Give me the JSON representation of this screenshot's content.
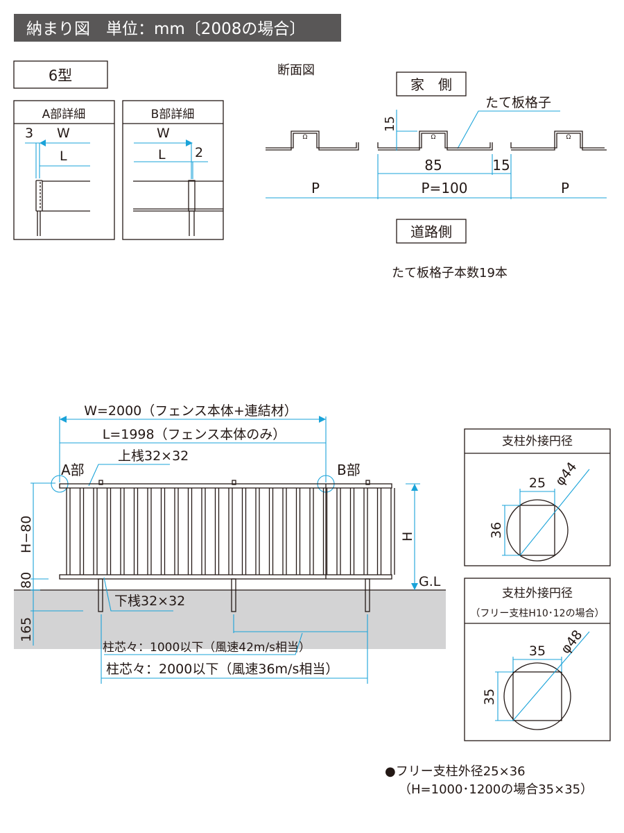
{
  "title": "納まり図　単位：mm〔2008の場合〕",
  "type_label": "6型",
  "detail_a": {
    "title": "A部詳細",
    "dim_3": "3",
    "w": "W",
    "l": "L"
  },
  "detail_b": {
    "title": "B部詳細",
    "w": "W",
    "l": "L",
    "dim_2": "2"
  },
  "section": {
    "title": "断面図",
    "house_side": "家　側",
    "road_side": "道路側",
    "slat_label": "たて板格子",
    "dim_15_v": "15",
    "dim_85": "85",
    "dim_15": "15",
    "p_left": "P",
    "p_center": "P=100",
    "p_right": "P",
    "slat_count": "たて板格子本数19本"
  },
  "elevation": {
    "w_label": "W=2000（フェンス本体+連結材）",
    "l_label": "L=1998（フェンス本体のみ）",
    "top_rail": "上桟32×32",
    "bottom_rail": "下桟32×32",
    "part_a": "A部",
    "part_b": "B部",
    "h_minus_80": "H−80",
    "dim_80": "80",
    "dim_165": "165",
    "h": "H",
    "gl": "G.L",
    "post_pitch_1000": "柱芯々：1000以下（風速42m/s相当）",
    "post_pitch_2000": "柱芯々：2000以下（風速36m/s相当）"
  },
  "post_box_1": {
    "title": "支柱外接円径",
    "dim_w": "25",
    "dim_h": "36",
    "dia": "φ44"
  },
  "post_box_2": {
    "title": "支柱外接円径",
    "subtitle": "（フリー支柱H10･12の場合）",
    "dim_w": "35",
    "dim_h": "35",
    "dia": "φ48"
  },
  "notes": {
    "line1": "●フリー支柱外径25×36",
    "line2": "（H=1000･1200の場合35×35）"
  }
}
